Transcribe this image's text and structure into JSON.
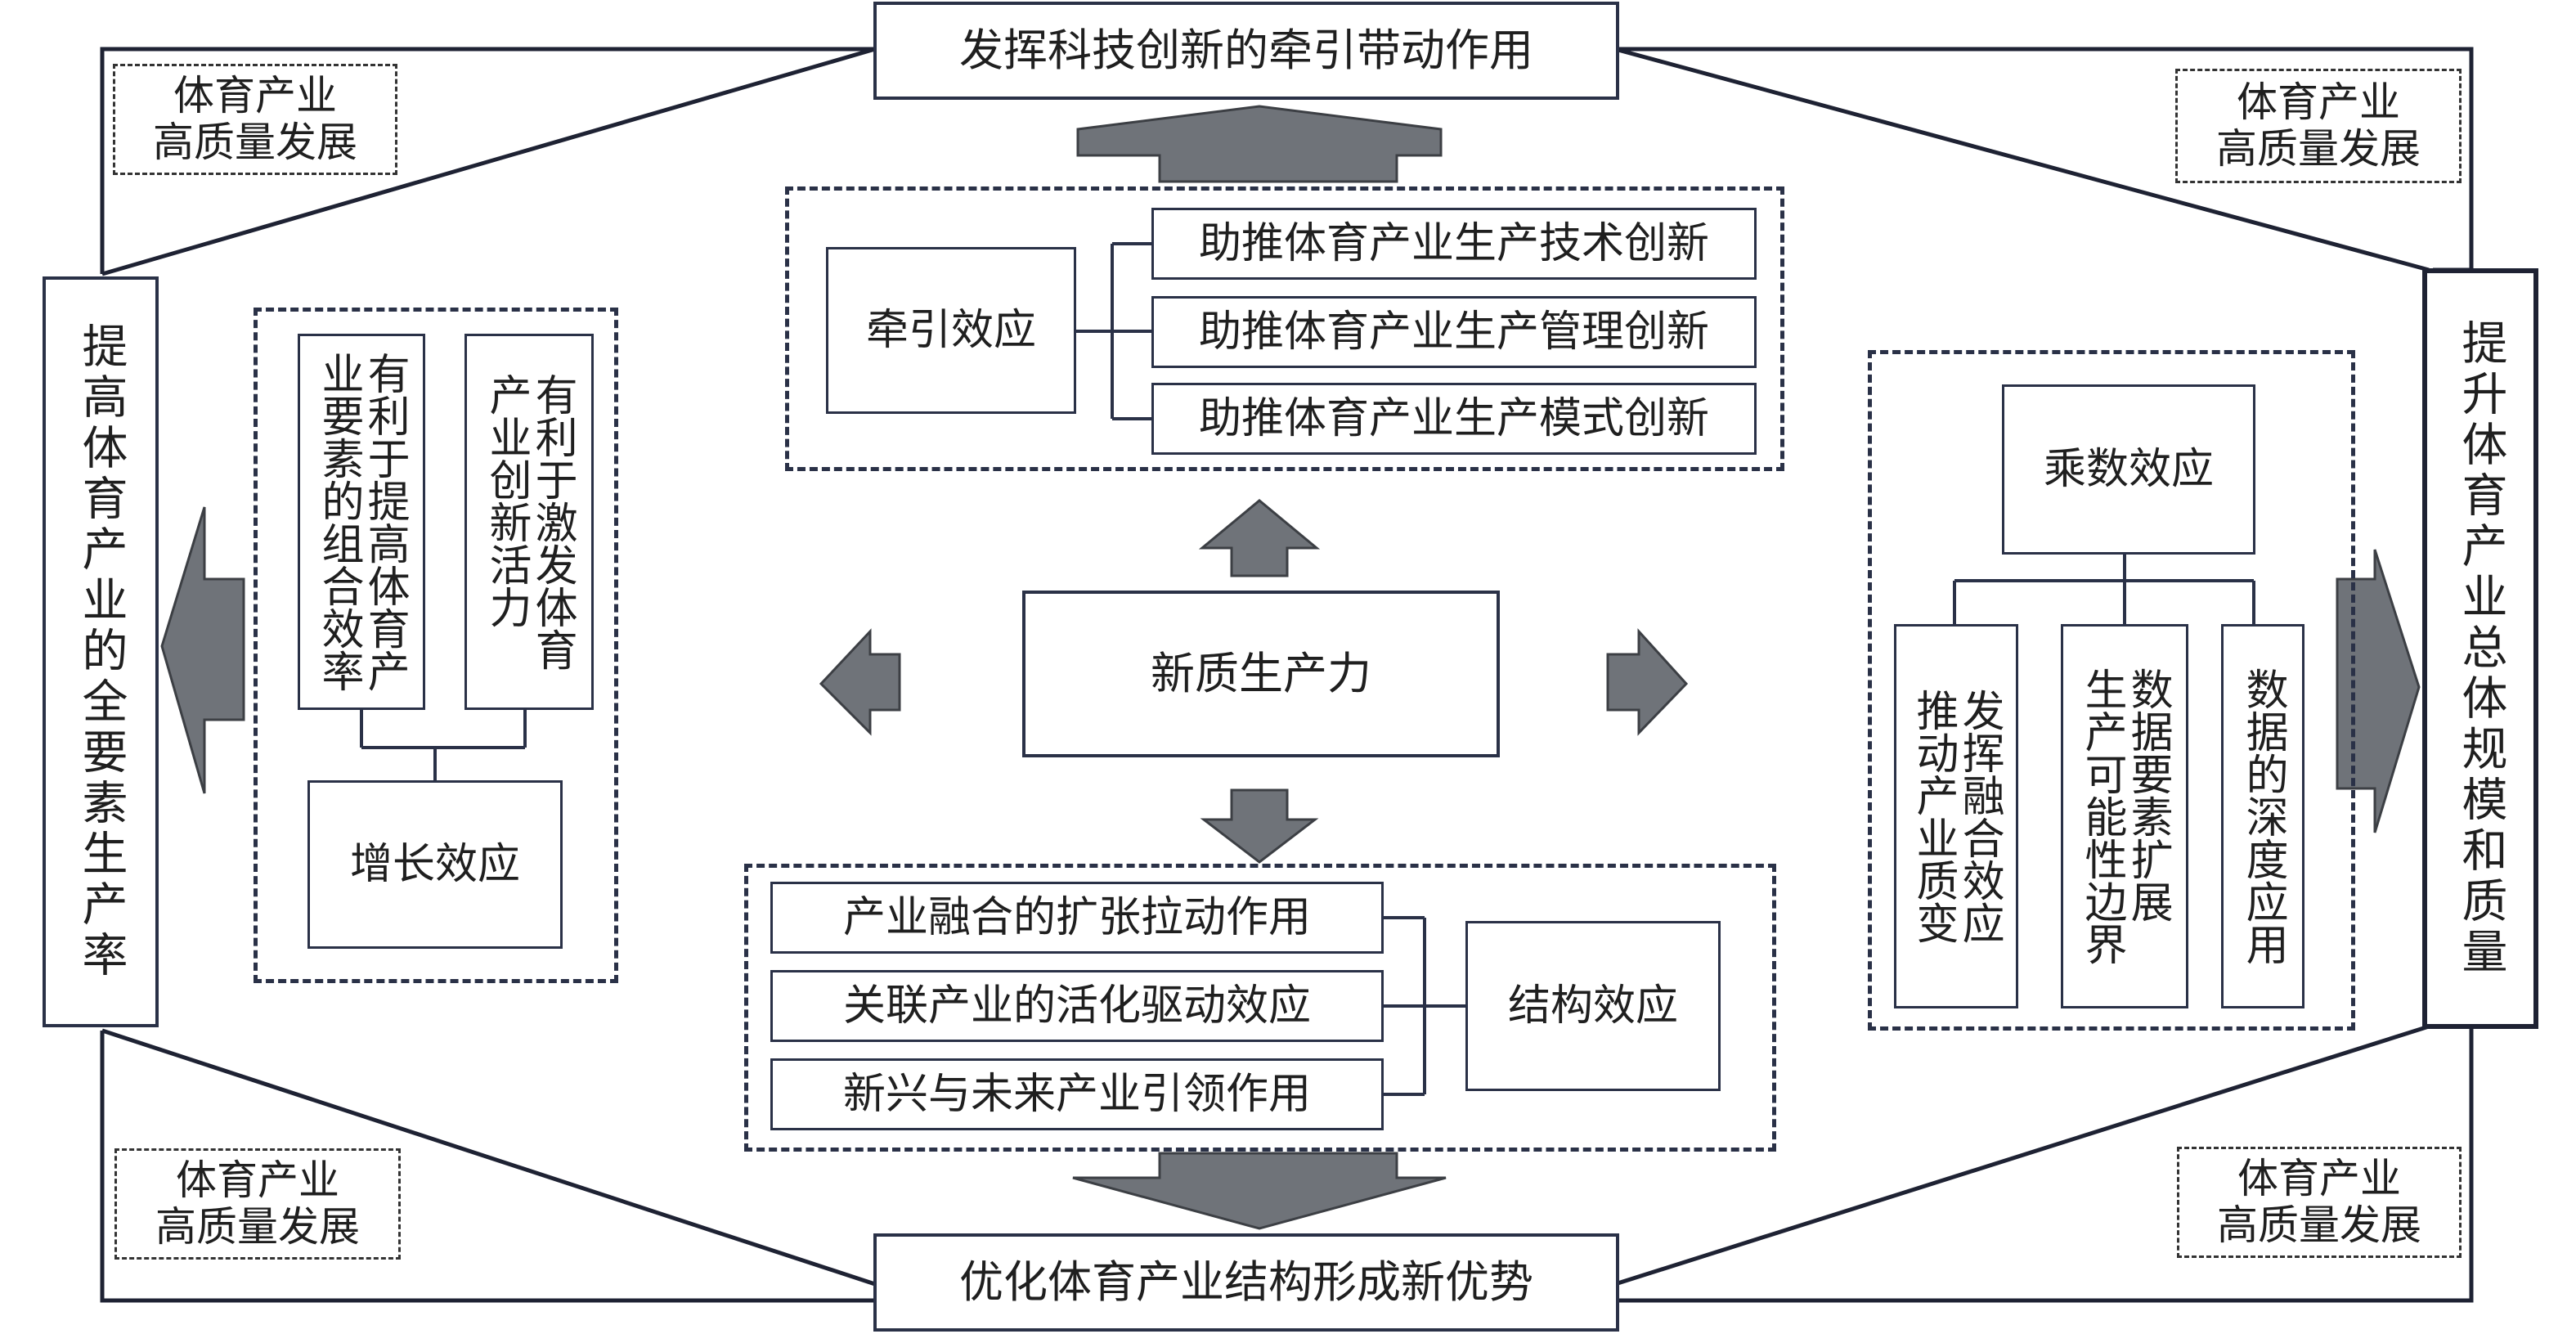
{
  "top_box": "发挥科技创新的牵引带动作用",
  "bottom_box": "优化体育产业结构形成新优势",
  "left_box": "提高体育产业的全要素生产率",
  "right_box": "提升体育产业总体规模和质量",
  "center_box": "新质生产力",
  "corner_label": {
    "top_left_line1": "体育产业",
    "top_left_line2": "高质量发展",
    "top_right_line1": "体育产业",
    "top_right_line2": "高质量发展",
    "bottom_left_line1": "体育产业",
    "bottom_left_line2": "高质量发展",
    "bottom_right_line1": "体育产业",
    "bottom_right_line2": "高质量发展"
  },
  "traction": {
    "label": "牵引效应",
    "items": [
      "助推体育产业生产技术创新",
      "助推体育产业生产管理创新",
      "助推体育产业生产模式创新"
    ]
  },
  "growth": {
    "label": "增长效应",
    "col1": "有利于提高体育产\n业要素的组合效率",
    "col2": "有利于激发体育\n产业创新活力"
  },
  "structure": {
    "label": "结构效应",
    "items": [
      "产业融合的扩张拉动作用",
      "关联产业的活化驱动效应",
      "新兴与未来产业引领作用"
    ]
  },
  "multiplier": {
    "label": "乘数效应",
    "col1": "发挥融合效应\n推动产业质变",
    "col2": "数据要素扩展\n生产可能性边界",
    "col3": "数据的深度应用"
  }
}
